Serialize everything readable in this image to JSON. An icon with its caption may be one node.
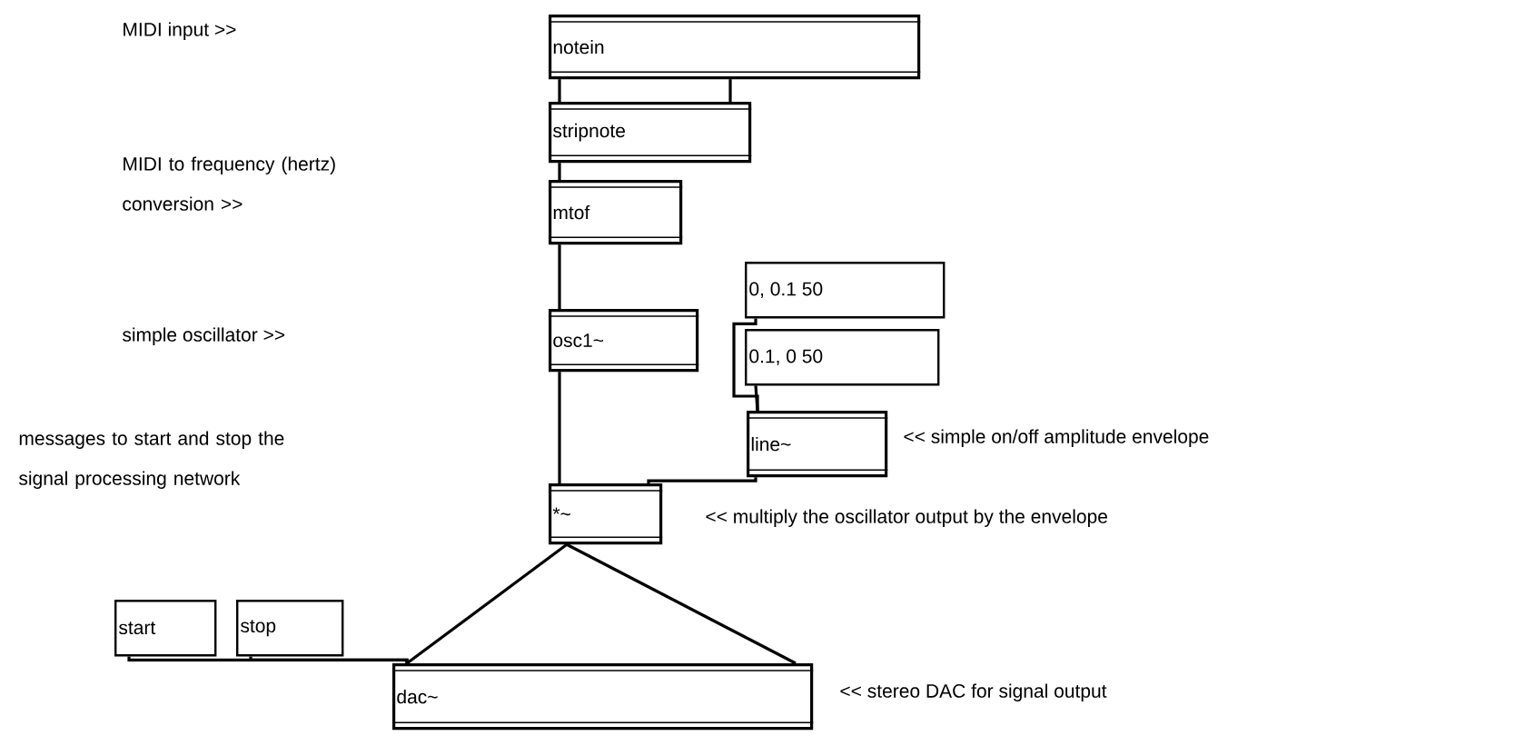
{
  "diagram": {
    "nodes": [
      {
        "text": [
          "notein"
        ]
      },
      {
        "text": [
          "stripnote"
        ]
      },
      {
        "text": [
          "mtof"
        ]
      },
      {
        "text": [
          "0, 0.1 50"
        ]
      },
      {
        "text": [
          "osc1~"
        ]
      },
      {
        "text": [
          "0.1, 0 50"
        ]
      },
      {
        "text": [
          "line~"
        ]
      },
      {
        "text": [
          "*~"
        ]
      },
      {
        "text": [
          "start"
        ]
      },
      {
        "text": [
          "stop"
        ]
      },
      {
        "text": [
          "dac~"
        ]
      }
    ],
    "edges": [
      {
        "from": 0,
        "to": 1,
        "arrow": "none"
      },
      {
        "from": 0,
        "to": 1,
        "arrow": "none"
      },
      {
        "from": 1,
        "to": 2,
        "arrow": "none"
      },
      {
        "from": 2,
        "to": 4,
        "arrow": "none"
      },
      {
        "from": 3,
        "to": 6,
        "arrow": "none"
      },
      {
        "from": 5,
        "to": 6,
        "arrow": "none"
      },
      {
        "from": 4,
        "to": 7,
        "arrow": "none"
      },
      {
        "from": 6,
        "to": 7,
        "arrow": "none"
      },
      {
        "from": 7,
        "to": 10,
        "arrow": "none"
      },
      {
        "from": 7,
        "to": 10,
        "arrow": "none"
      },
      {
        "from": 8,
        "to": 10,
        "arrow": "none"
      },
      {
        "from": 9,
        "to": 10,
        "arrow": "none"
      }
    ],
    "labels": [
      "MIDI input >>",
      "MIDI to frequency (hertz) conversion >>",
      "simple oscillator >>",
      "<< simple on/off amplitude envelope",
      "messages to start and stop the signal processing network",
      "<< multiply the oscillator output by the envelope",
      "<< stereo DAC for signal output"
    ]
  }
}
